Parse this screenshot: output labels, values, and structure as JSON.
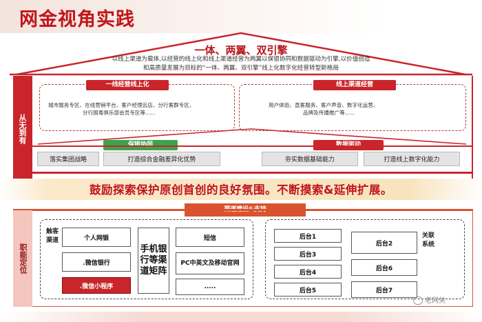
{
  "title": "网金视角实践",
  "roof": {
    "subtitle": "一体、两翼、双引擎",
    "desc_line1": "以线上渠道为载体,以经营的线上化和线上渠道经营为两翼以保银协同和数据驱动为引擎,以价值创造",
    "desc_line2": "和高质量发展为目标的“一体、两翼、双引擎”线上化数字化经营转型新格局"
  },
  "left_label_top": "从无到有",
  "left_label_bottom": "职能定位",
  "wings": {
    "left_head": "一线经营线上化",
    "left_text1": "城市服务专区、在线营销平台、客户经理云店、分行客群专区、",
    "left_text2": "分行国粤俱乐部会员专区等......",
    "right_head": "线上渠道经营",
    "right_text1": "用户体验、直客服务、客户声音、数字化运营、",
    "right_text2": "品牌及传播推广等......"
  },
  "engines": {
    "left_head": "保银协同",
    "right_head": "数据驱动",
    "box1": "落实集团战略",
    "box2": "打造综合金融差异化优势",
    "box3": "夯实数据基础能力",
    "box4": "打造线上数字化能力"
  },
  "banner": "鼓励探索保护原创首创的良好氛围。不断摸索&延伸扩展。",
  "support_head": "渠道建设&支持",
  "channels": {
    "touch_label": "触客渠道",
    "items": [
      "个人网银",
      ".微信银行",
      ".微信小程序"
    ],
    "matrix_label": "手机银行等渠道矩阵",
    "sms": "短信",
    "pc": "PC中英文及移动官网",
    "dots": ".....",
    "backend": [
      "后台1",
      "后台3",
      "后台4",
      "后台5",
      "后台2",
      "后台6",
      "后台7"
    ],
    "related_label": "关联系统"
  },
  "watermark": "老网关",
  "colors": {
    "red": "#c9252b",
    "green": "#3fa34d",
    "orange": "#d9532f",
    "banner": "#f8e3bf"
  }
}
